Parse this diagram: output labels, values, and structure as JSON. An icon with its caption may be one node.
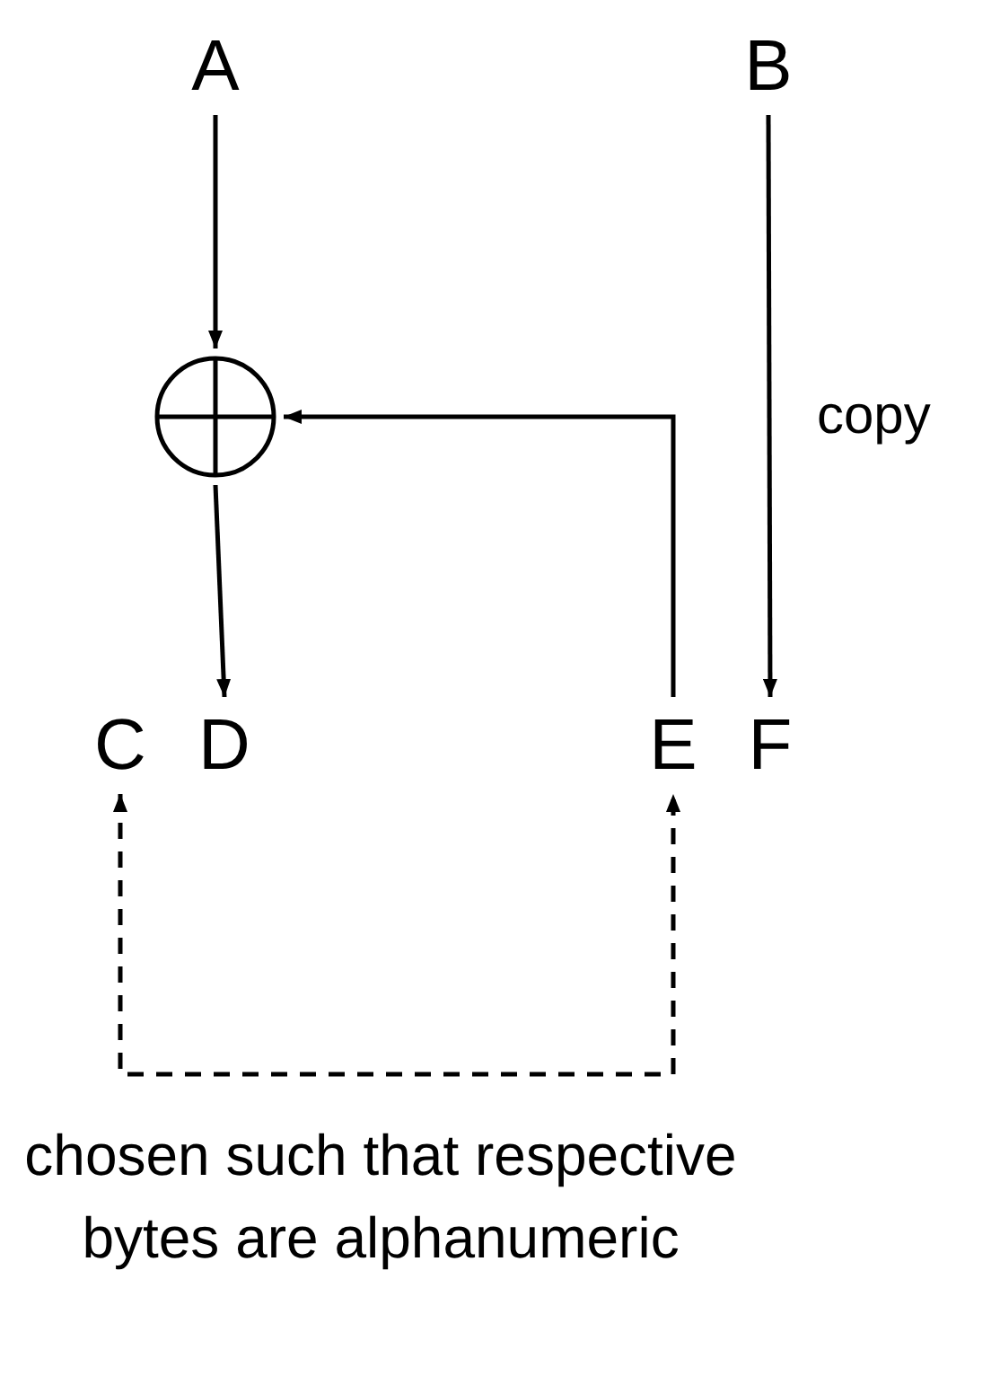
{
  "diagram": {
    "nodes": [
      {
        "text": [
          "A"
        ]
      },
      {
        "text": [
          "B"
        ]
      },
      {
        "text": [],
        "shape": "circle"
      },
      {
        "text": [
          "C"
        ]
      },
      {
        "text": [
          "D"
        ]
      },
      {
        "text": [
          "E"
        ]
      },
      {
        "text": [
          "F"
        ]
      }
    ],
    "edges": [
      {
        "from": 0,
        "to": 2,
        "arrow": "to"
      },
      {
        "from": 2,
        "to": 4,
        "arrow": "to"
      },
      {
        "from": 5,
        "to": 2,
        "arrow": "to"
      },
      {
        "from": 1,
        "to": 6,
        "arrow": "to",
        "label": "copy"
      },
      {
        "from": 3,
        "to": 5,
        "arrow": "both",
        "style": "dashed"
      }
    ],
    "labels": [
      "chosen such that respective bytes are alphanumeric"
    ]
  }
}
